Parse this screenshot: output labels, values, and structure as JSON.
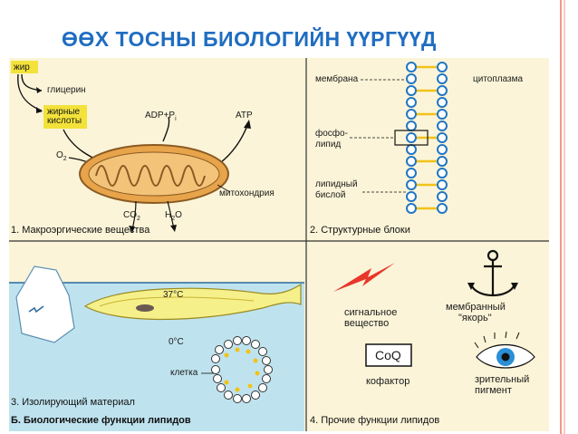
{
  "slide": {
    "title": "ӨӨХ ТОСНЫ БИОЛОГИЙН ҮҮРГҮҮД"
  },
  "panel1": {
    "labels": {
      "fat": "жир",
      "glycerol": "глицерин",
      "fatty_acids_1": "жирные",
      "fatty_acids_2": "кислоты",
      "adp": "ADP+P",
      "adp_sub": "i",
      "atp": "ATP",
      "o2": "O",
      "o2_sub": "2",
      "co2": "CO",
      "co2_sub": "2",
      "h2o": "H",
      "h2o_sub": "2",
      "h2o_end": "O",
      "mitochondria": "митохондрия"
    },
    "caption": "1. Макроэргические вещества"
  },
  "panel2": {
    "labels": {
      "membrane": "мембрана",
      "cytoplasm": "цитоплазма",
      "phospholipid_1": "фосфо-",
      "phospholipid_2": "липид",
      "bilayer_1": "липидный",
      "bilayer_2": "бислой"
    },
    "caption": "2. Структурные блоки"
  },
  "panel3": {
    "labels": {
      "temp_warm": "37°C",
      "temp_cold": "0°C",
      "cell": "клетка"
    },
    "caption": "3. Изолирующий материал"
  },
  "panel4": {
    "labels": {
      "signal_1": "сигнальное",
      "signal_2": "вещество",
      "anchor_1": "мембранный",
      "anchor_2": "\"якорь\"",
      "coq": "CoQ",
      "cofactor": "кофактор",
      "pigment_1": "зрительный",
      "pigment_2": "пигмент"
    },
    "caption": "4. Прочие функции липидов"
  },
  "figure_caption": "Б. Биологические функции липидов",
  "colors": {
    "title": "#1f6dc1",
    "background": "#fbf4d8",
    "fat_box": "#f2e23a",
    "mitochondria": "#e8a44a",
    "water": "#bfe3ee",
    "border_accent": "#e8533a"
  }
}
